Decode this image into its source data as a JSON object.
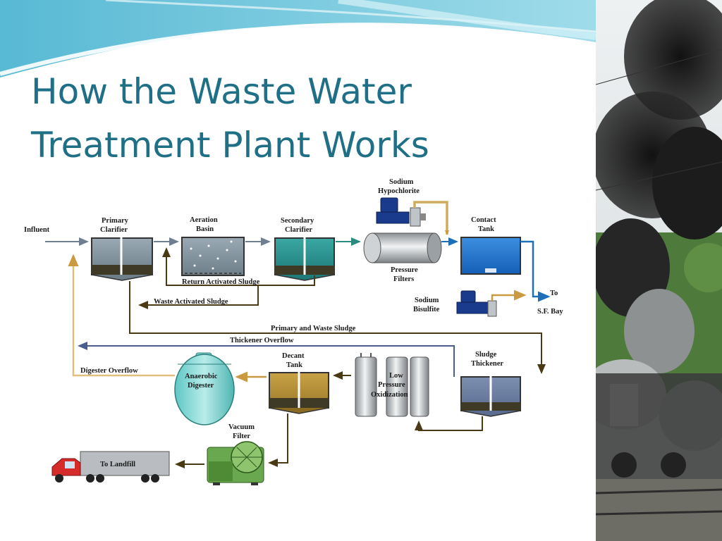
{
  "slide": {
    "title_line1": "How the Waste Water",
    "title_line2": "Treatment Plant Works"
  },
  "diagram": {
    "labels": {
      "influent": "Influent",
      "primary_clarifier_1": "Primary",
      "primary_clarifier_2": "Clarifier",
      "aeration_basin_1": "Aeration",
      "aeration_basin_2": "Basin",
      "secondary_clarifier_1": "Secondary",
      "secondary_clarifier_2": "Clarifier",
      "sodium_hypochlorite_1": "Sodium",
      "sodium_hypochlorite_2": "Hypochlorite",
      "contact_tank_1": "Contact",
      "contact_tank_2": "Tank",
      "pressure_filters_1": "Pressure",
      "pressure_filters_2": "Filters",
      "sodium_bisulfite_1": "Sodium",
      "sodium_bisulfite_2": "Bisulfite",
      "to_bay_1": "To",
      "to_bay_2": "S.F. Bay",
      "return_activated_sludge": "Return Activated Sludge",
      "waste_activated_sludge": "Waste Activated Sludge",
      "primary_waste_sludge": "Primary and Waste Sludge",
      "thickener_overflow": "Thickener Overflow",
      "digester_overflow": "Digester Overflow",
      "decant_tank_1": "Decant",
      "decant_tank_2": "Tank",
      "sludge_thickener_1": "Sludge",
      "sludge_thickener_2": "Thickener",
      "anaerobic_digester_1": "Anaerobic",
      "anaerobic_digester_2": "Digester",
      "low_pressure_1": "Low",
      "low_pressure_2": "Pressure",
      "low_pressure_3": "Oxidization",
      "vacuum_filter_1": "Vacuum",
      "vacuum_filter_2": "Filter",
      "to_landfill": "To Landfill"
    }
  },
  "colors": {
    "title": "#1f6f87",
    "flow_water": "#1e6fb8",
    "flow_sludge": "#5a4a22",
    "overflow_blue": "#4a5d8c",
    "overflow_tan": "#e0c07a"
  }
}
